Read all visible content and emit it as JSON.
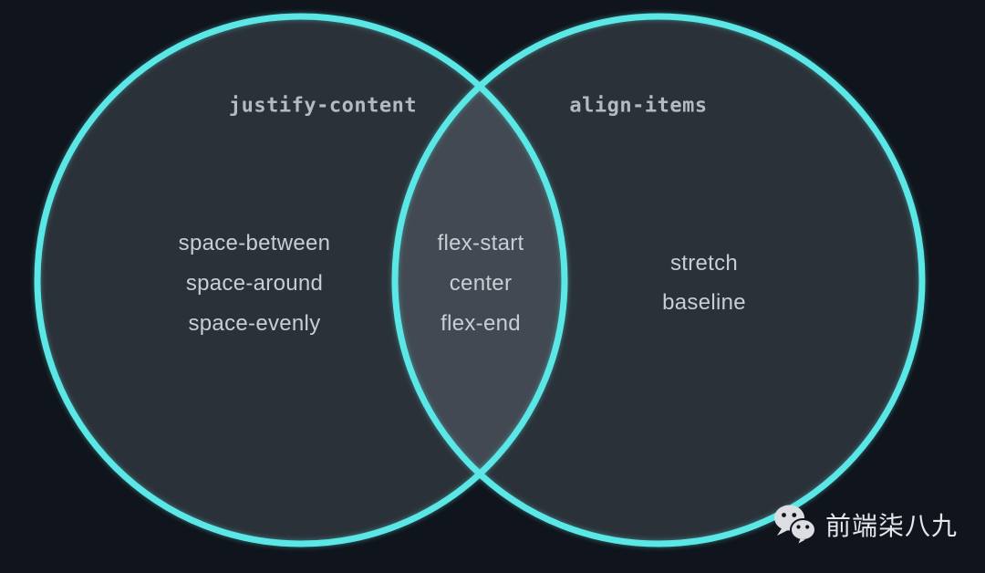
{
  "colors": {
    "bg": "#10141c",
    "circle_fill": "rgba(204,214,226,0.15)",
    "accent": "#5ce7e7",
    "title_color": "#b5bac2",
    "value_color": "#c9ced6",
    "footer_color": "#e6e7e9",
    "icon_fill": "#dcdee1"
  },
  "venn": {
    "left": {
      "title": "justify-content",
      "items": [
        "space-between",
        "space-around",
        "space-evenly"
      ]
    },
    "intersection": {
      "items": [
        "flex-start",
        "center",
        "flex-end"
      ]
    },
    "right": {
      "title": "align-items",
      "items": [
        "stretch",
        "baseline"
      ]
    }
  },
  "footer": {
    "icon": "wechat-icon",
    "brand": "前端柒八九"
  }
}
